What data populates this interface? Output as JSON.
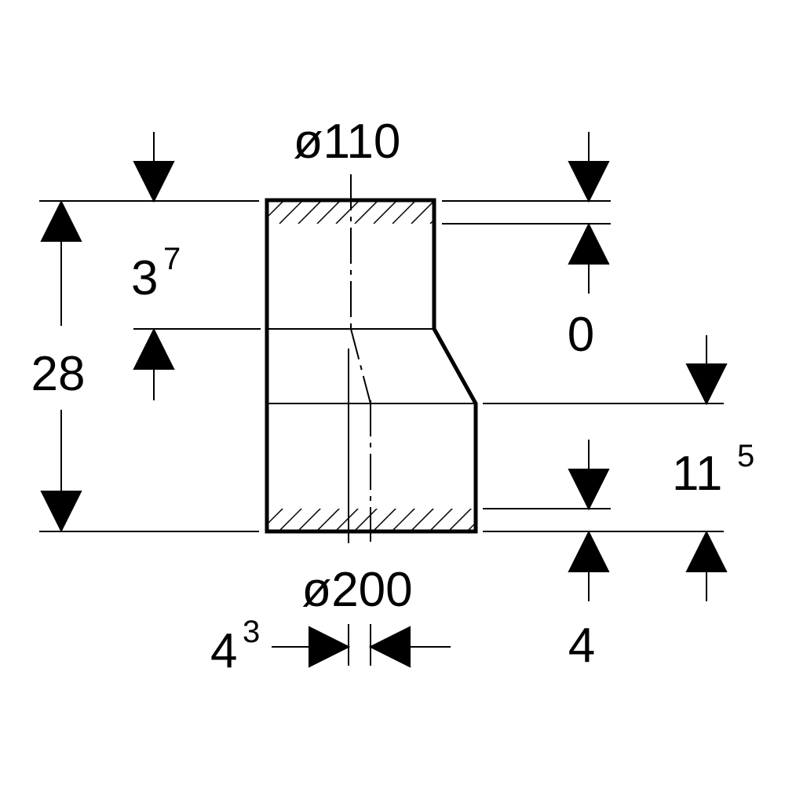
{
  "colors": {
    "line": "#000000",
    "background": "#ffffff"
  },
  "labels": {
    "top_diameter": "ø110",
    "bottom_diameter": "ø200",
    "total_height": "28",
    "top_socket_base": "3",
    "top_socket_sup": "7",
    "top_right": "0",
    "right_step_base": "11",
    "right_step_sup": "5",
    "bottom_right": "4",
    "offset_base": "4",
    "offset_sup": "3"
  }
}
